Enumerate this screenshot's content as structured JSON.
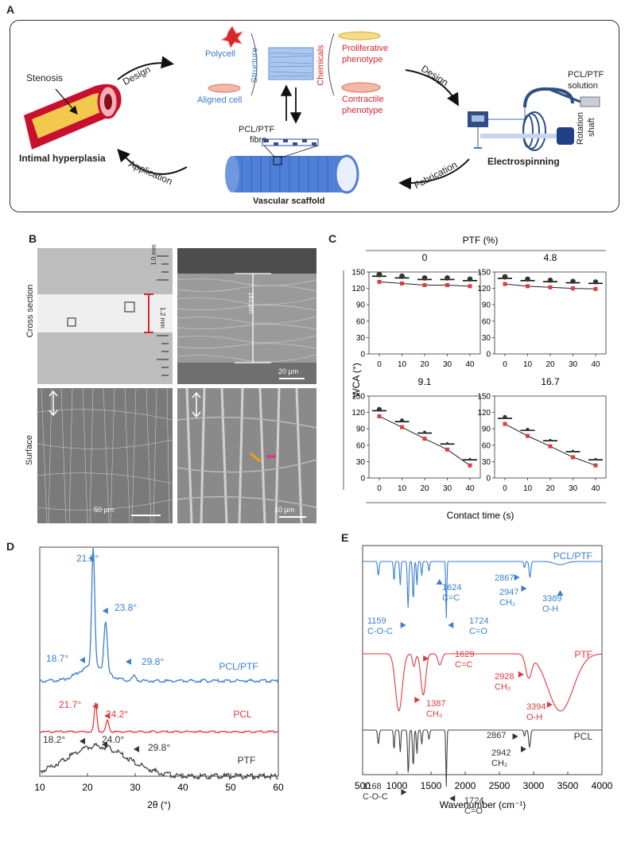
{
  "panels": {
    "a": "A",
    "b": "B",
    "c": "C",
    "d": "D",
    "e": "E"
  },
  "panelA": {
    "stenosis": "Stenosis",
    "intimal": "Intimal hyperplasia",
    "design_left": "Design",
    "application": "Application",
    "polycell": "Polycell",
    "aligned": "Aligned cell",
    "structure": "Structure",
    "chemicals": "Chemicals",
    "proliferative1": "Proliferative",
    "proliferative2": "phenotype",
    "contractile1": "Contractile",
    "contractile2": "phenotype",
    "design_right": "Design",
    "fabrication": "Fabrication",
    "pcl_ptf_solution1": "PCL/PTF",
    "pcl_ptf_solution2": "solution",
    "electrospinning": "Electrospinning",
    "rotation1": "Rotation",
    "rotation2": "shaft",
    "fibre1": "PCL/PTF",
    "fibre2": "fibre",
    "scaffold": "Vascular scaffold",
    "colors": {
      "blue": "#3a78c9",
      "red": "#d9262b",
      "artery": "#c8102e",
      "scaffold": "#4f7fd6"
    }
  },
  "panelB": {
    "cross_section": "Cross section",
    "surface": "Surface",
    "thickness_mm": "1.2 mm",
    "thickness_um": "163 μm",
    "scale_20": "20 μm",
    "scale_50": "50 μm",
    "scale_10": "10 μm",
    "ruler_label": "1.0 mm"
  },
  "chart_data": [
    {
      "id": "C",
      "type": "line",
      "title": "PTF (%)",
      "xlabel": "Contact time (s)",
      "ylabel": "WCA (°)",
      "x": [
        0,
        10,
        20,
        30,
        40
      ],
      "xticks": [
        "0",
        "10",
        "20",
        "30",
        "40"
      ],
      "ylim": [
        0,
        150
      ],
      "yticks": [
        "0",
        "30",
        "60",
        "90",
        "120",
        "150"
      ],
      "series": [
        {
          "name": "0",
          "values": [
            132,
            129,
            126,
            126,
            124
          ]
        },
        {
          "name": "4.8",
          "values": [
            128,
            124,
            122,
            120,
            119
          ]
        },
        {
          "name": "9.1",
          "values": [
            113,
            93,
            72,
            52,
            23
          ]
        },
        {
          "name": "16.7",
          "values": [
            99,
            77,
            58,
            38,
            23
          ]
        }
      ],
      "color": "#e5393d"
    },
    {
      "id": "D",
      "type": "line",
      "xlabel": "2θ (°)",
      "xlim": [
        10,
        60
      ],
      "xticks": [
        "10",
        "20",
        "30",
        "40",
        "50",
        "60"
      ],
      "series": [
        {
          "name": "PCL/PTF",
          "color": "#3a7fd0",
          "peaks": [
            {
              "label": "21.2°"
            },
            {
              "label": "23.8°"
            },
            {
              "label": "18.7°"
            },
            {
              "label": "29.8°"
            }
          ]
        },
        {
          "name": "PCL",
          "color": "#e0393e",
          "peaks": [
            {
              "label": "21.7°"
            },
            {
              "label": "24.2°"
            }
          ]
        },
        {
          "name": "PTF",
          "color": "#444444",
          "peaks": [
            {
              "label": "18.2°"
            },
            {
              "label": "24.0°"
            },
            {
              "label": "29.8°"
            }
          ]
        }
      ]
    },
    {
      "id": "E",
      "type": "line",
      "xlabel": "Wavenumber (cm⁻¹)",
      "xlim": [
        500,
        4000
      ],
      "xticks": [
        "500",
        "1000",
        "1500",
        "2000",
        "2500",
        "3000",
        "3500",
        "4000"
      ],
      "series": [
        {
          "name": "PCL/PTF",
          "color": "#3a7fd0",
          "bands": [
            {
              "wn": "1159",
              "group": "C-O-C"
            },
            {
              "wn": "1624",
              "group": "C=C"
            },
            {
              "wn": "1724",
              "group": "C=O"
            },
            {
              "wn": "2867",
              "group": ""
            },
            {
              "wn": "2947",
              "group": "CH₂"
            },
            {
              "wn": "3389",
              "group": "O-H"
            }
          ]
        },
        {
          "name": "PTF",
          "color": "#e0393e",
          "bands": [
            {
              "wn": "1629",
              "group": "C=C"
            },
            {
              "wn": "1387",
              "group": "CH₃"
            },
            {
              "wn": "2928",
              "group": "CH₂"
            },
            {
              "wn": "3394",
              "group": "O-H"
            }
          ]
        },
        {
          "name": "PCL",
          "color": "#444444",
          "bands": [
            {
              "wn": "1168",
              "group": "C-O-C"
            },
            {
              "wn": "1724",
              "group": "C=O"
            },
            {
              "wn": "2867",
              "group": ""
            },
            {
              "wn": "2942",
              "group": "CH₂"
            }
          ]
        }
      ]
    }
  ]
}
